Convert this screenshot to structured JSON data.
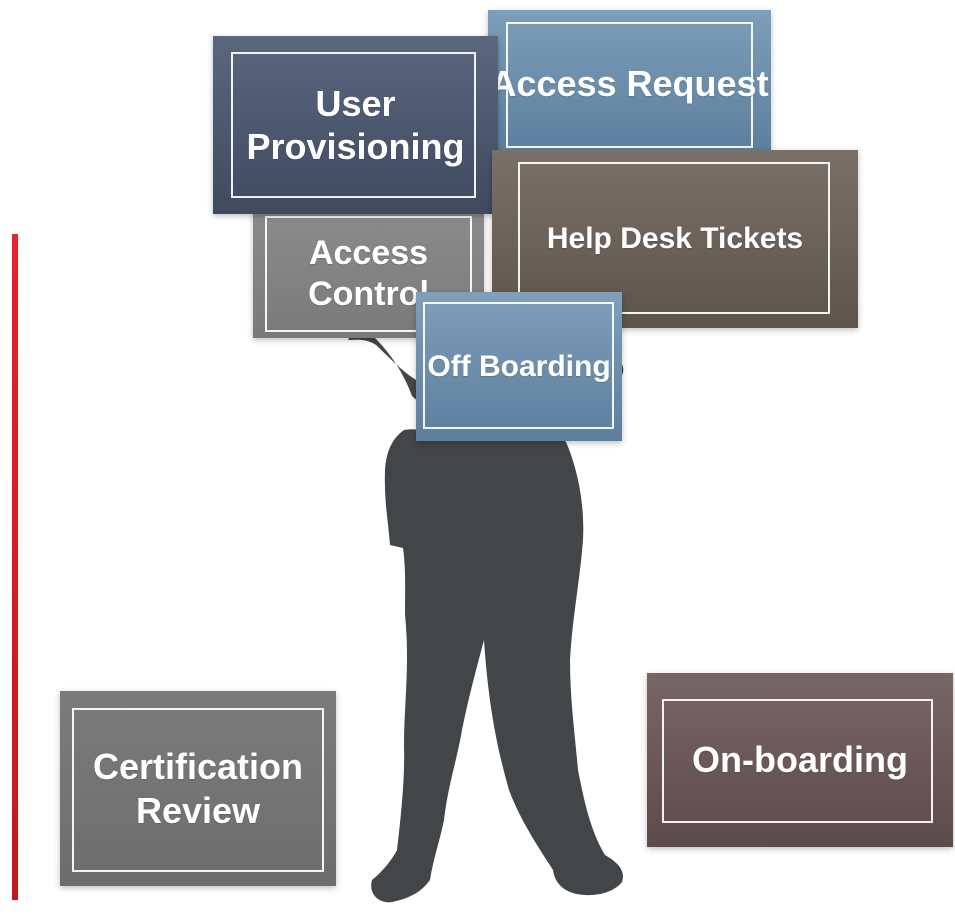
{
  "cards": {
    "user_provisioning": "User Provisioning",
    "access_request": "Access Request",
    "help_desk": "Help Desk Tickets",
    "access_control": "Access Control",
    "off_boarding": "Off Boarding",
    "certification_review": "Certification Review",
    "on_boarding": "On-boarding"
  },
  "colors": {
    "accent_line": "#e7222a",
    "silhouette": "#424648"
  }
}
